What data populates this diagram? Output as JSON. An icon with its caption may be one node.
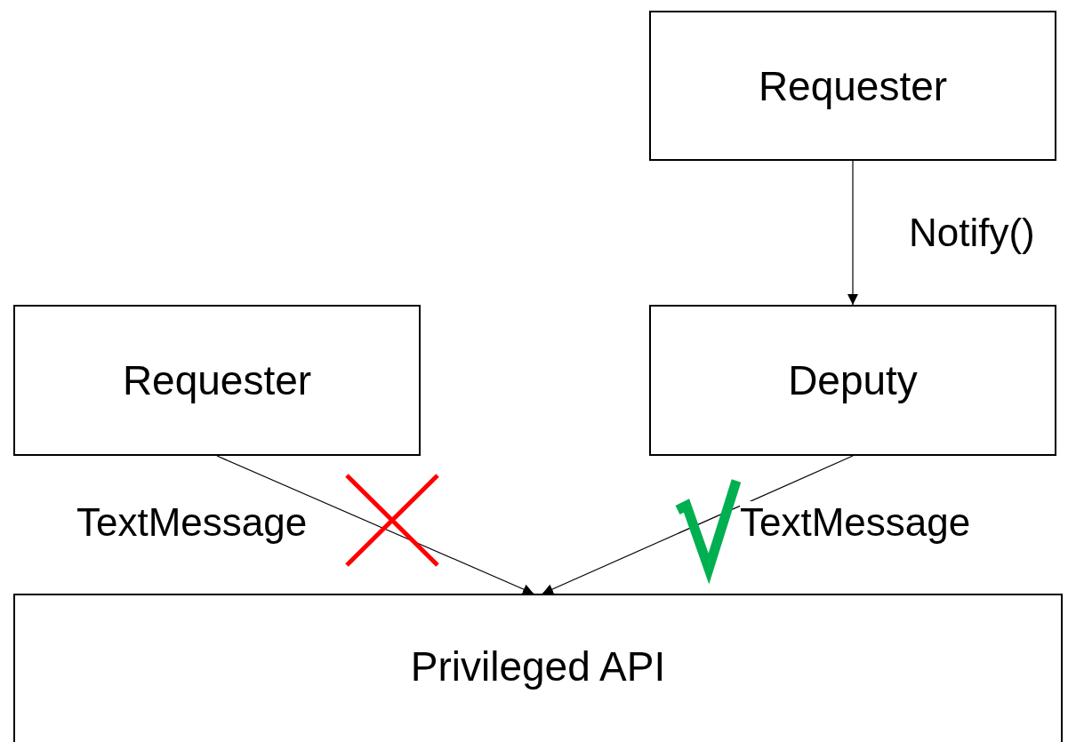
{
  "diagram": {
    "nodes": [
      {
        "text": [
          "Requester"
        ]
      },
      {
        "text": [
          "Requester"
        ]
      },
      {
        "text": [
          "Deputy"
        ]
      },
      {
        "text": [
          "Privileged API"
        ]
      }
    ],
    "edges": [
      {
        "from": 0,
        "to": 2,
        "arrow": "to",
        "label": "Notify()"
      },
      {
        "from": 1,
        "to": 3,
        "arrow": "to",
        "label": "TextMessage"
      },
      {
        "from": 2,
        "to": 3,
        "arrow": "to",
        "label": "TextMessage"
      }
    ]
  }
}
